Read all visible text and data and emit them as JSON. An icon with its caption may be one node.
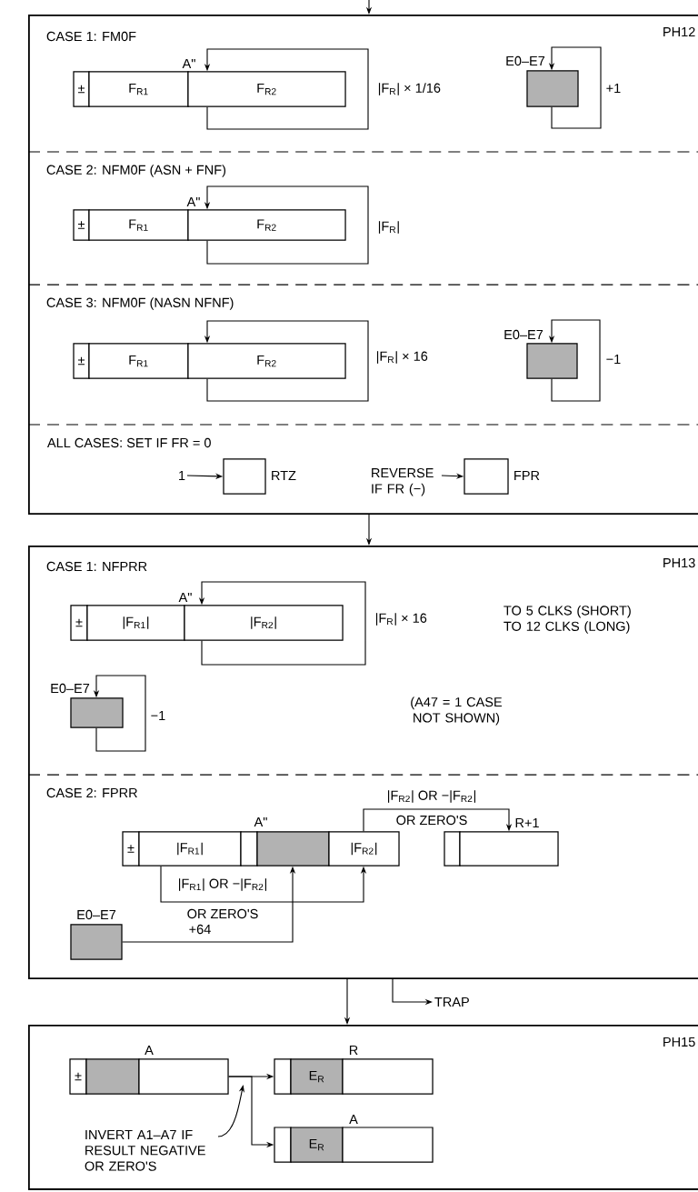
{
  "diagram": {
    "nodes": [
      {
        "text": [
          "PH12"
        ]
      },
      {
        "text": [
          "±"
        ],
        "in": 0
      },
      {
        "text": [
          "F$_{R1}$"
        ],
        "in": 0
      },
      {
        "text": [
          "F$_{R2}$"
        ],
        "in": 0
      },
      {
        "text": [],
        "shape": "box",
        "beside": [
          "E0–E7"
        ],
        "in": 0
      },
      {
        "text": [
          "±"
        ],
        "in": 0
      },
      {
        "text": [
          "F$_{R1}$"
        ],
        "in": 0
      },
      {
        "text": [
          "F$_{R2}$"
        ],
        "in": 0
      },
      {
        "text": [
          "±"
        ],
        "in": 0
      },
      {
        "text": [
          "F$_{R1}$"
        ],
        "in": 0
      },
      {
        "text": [
          "F$_{R2}$"
        ],
        "in": 0
      },
      {
        "text": [],
        "shape": "box",
        "beside": [
          "E0–E7"
        ],
        "in": 0
      },
      {
        "text": [
          "1"
        ],
        "in": 0
      },
      {
        "text": [],
        "shape": "box",
        "beside": [
          "RTZ"
        ],
        "in": 0
      },
      {
        "text": [
          "REVERSE IF FR (−)"
        ],
        "in": 0
      },
      {
        "text": [],
        "shape": "box",
        "beside": [
          "FPR"
        ],
        "in": 0
      },
      {
        "text": [
          "PH13"
        ]
      },
      {
        "text": [
          "±"
        ],
        "in": 16
      },
      {
        "text": [
          "|F$_{R1}$|"
        ],
        "in": 16
      },
      {
        "text": [
          "|F$_{R2}$|"
        ],
        "in": 16
      },
      {
        "text": [],
        "shape": "box",
        "beside": [
          "E0–E7"
        ],
        "in": 16
      },
      {
        "text": [
          "±"
        ],
        "in": 16
      },
      {
        "text": [
          "|F$_{R1}$|"
        ],
        "in": 16
      },
      {
        "text": [],
        "shape": "box",
        "in": 16
      },
      {
        "text": [],
        "shape": "box",
        "in": 16
      },
      {
        "text": [
          "|F$_{R2}$|"
        ],
        "in": 16
      },
      {
        "text": [],
        "shape": "box",
        "in": 16
      },
      {
        "text": [],
        "shape": "box",
        "in": 16
      },
      {
        "text": [],
        "shape": "box",
        "beside": [
          "E0–E7"
        ],
        "in": 16
      },
      {
        "text": [
          "TRAP"
        ]
      },
      {
        "text": [
          "PH15"
        ]
      },
      {
        "text": [
          "±"
        ],
        "in": 30
      },
      {
        "text": [],
        "shape": "box",
        "in": 30
      },
      {
        "text": [],
        "shape": "box",
        "in": 30
      },
      {
        "text": [],
        "shape": "box",
        "in": 30
      },
      {
        "text": [
          "E$_{R}$"
        ],
        "in": 30
      },
      {
        "text": [],
        "shape": "box",
        "in": 30
      },
      {
        "text": [],
        "shape": "box",
        "in": 30
      },
      {
        "text": [
          "E$_{R}$"
        ],
        "in": 30
      },
      {
        "text": [],
        "shape": "box",
        "in": 30
      },
      {
        "text": [
          "INVERT A1–A7 IF RESULT NEGATIVE OR ZERO'S"
        ],
        "in": 30
      }
    ],
    "edges": [
      {
        "from": null,
        "to": 0,
        "arrow": "to"
      },
      {
        "from": 3,
        "to": 3,
        "arrow": "to",
        "label": "|F$_{R}$| × 1/16"
      },
      {
        "from": 4,
        "to": 4,
        "arrow": "to",
        "label": "+1"
      },
      {
        "from": 7,
        "to": 7,
        "arrow": "to",
        "label": "|F$_{R}$|"
      },
      {
        "from": 10,
        "to": 10,
        "arrow": "to",
        "label": "|F$_{R}$| × 16"
      },
      {
        "from": 11,
        "to": 11,
        "arrow": "to",
        "label": "−1"
      },
      {
        "from": 12,
        "to": 13,
        "arrow": "to"
      },
      {
        "from": 14,
        "to": 15,
        "arrow": "to"
      },
      {
        "from": 0,
        "to": 16,
        "arrow": "to"
      },
      {
        "from": 19,
        "to": 19,
        "arrow": "to",
        "label": "|F$_{R}$| × 16"
      },
      {
        "from": 20,
        "to": 20,
        "arrow": "to",
        "label": "−1"
      },
      {
        "from": 25,
        "to": 27,
        "arrow": "to",
        "label": "|F$_{R2}$| OR −|F$_{R2}$|"
      },
      {
        "from": 22,
        "to": 25,
        "arrow": "to",
        "label": "|F$_{R1}$| OR −|F$_{R2}$|"
      },
      {
        "from": 28,
        "to": 24,
        "arrow": "to",
        "label": "+64"
      },
      {
        "from": 16,
        "to": 30,
        "arrow": "to"
      },
      {
        "from": 16,
        "to": 29,
        "arrow": "to"
      },
      {
        "from": 33,
        "to": 34,
        "arrow": "to"
      },
      {
        "from": 33,
        "to": 37,
        "arrow": "to"
      },
      {
        "from": 40,
        "to": 33,
        "arrow": "to"
      }
    ],
    "labels": [
      "CASE 1: FM0F",
      "A\"",
      "CASE 2: NFM0F (ASN + FNF)",
      "A\"",
      "CASE 3: NFM0F (NASN NFNF)",
      "ALL CASES: SET IF FR = 0",
      "CASE 1: NFPRR",
      "A\"",
      "TO 5 CLKS (SHORT) TO 12 CLKS (LONG)",
      "(A47 = 1 CASE NOT SHOWN)",
      "CASE 2: FPRR",
      "A\"",
      "R+1",
      "OR ZERO'S",
      "OR ZERO'S",
      "A",
      "R",
      "A"
    ]
  }
}
